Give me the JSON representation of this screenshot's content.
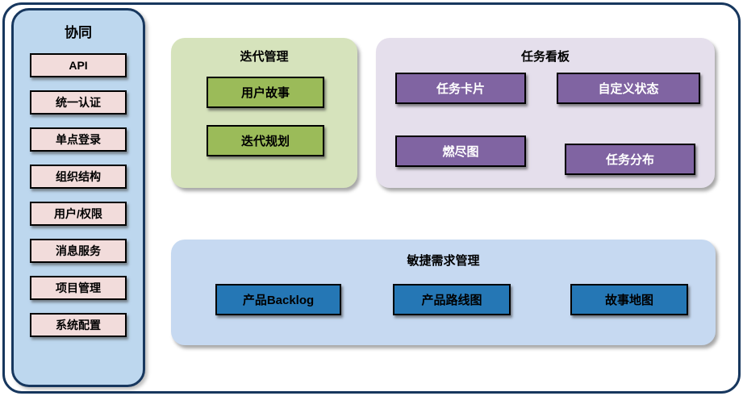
{
  "canvas": {
    "background": "#FFFFFF",
    "frame_border_color": "#17375E"
  },
  "sidebar": {
    "title": "协同",
    "bg_color": "#BDD7EE",
    "border_color": "#17375E",
    "item_bg_color": "#F2DCDB",
    "items": [
      {
        "label": "API"
      },
      {
        "label": "统一认证"
      },
      {
        "label": "单点登录"
      },
      {
        "label": "组织结构"
      },
      {
        "label": "用户/权限"
      },
      {
        "label": "消息服务"
      },
      {
        "label": "项目管理"
      },
      {
        "label": "系统配置"
      }
    ]
  },
  "groups": [
    {
      "title": "迭代管理",
      "bg_color": "#D6E3BC",
      "item_bg_color": "#9BBB59",
      "item_text_color": "#000000",
      "items": [
        {
          "label": "用户故事"
        },
        {
          "label": "迭代规划"
        }
      ]
    },
    {
      "title": "任务看板",
      "bg_color": "#E5DFEC",
      "item_bg_color": "#8064A2",
      "item_text_color": "#FFFFFF",
      "items": [
        {
          "label": "任务卡片"
        },
        {
          "label": "自定义状态"
        },
        {
          "label": "燃尽图"
        },
        {
          "label": "任务分布"
        }
      ]
    },
    {
      "title": "敏捷需求管理",
      "bg_color": "#C6D9F1",
      "item_bg_color": "#2577B5",
      "item_text_color": "#000000",
      "items": [
        {
          "label": "产品Backlog"
        },
        {
          "label": "产品路线图"
        },
        {
          "label": "故事地图"
        }
      ]
    }
  ]
}
